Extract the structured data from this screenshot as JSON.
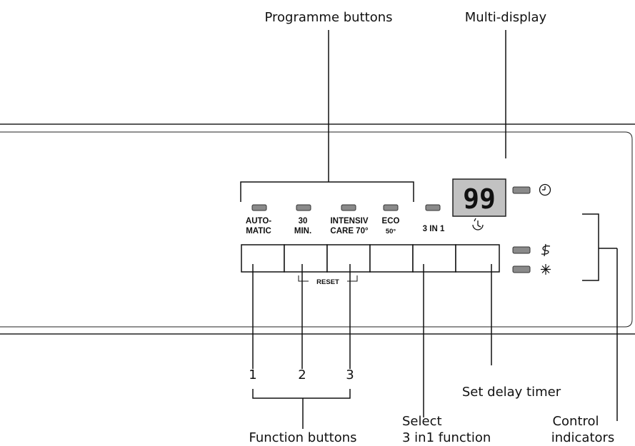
{
  "callouts": {
    "programme_buttons": "Programme buttons",
    "multi_display": "Multi-display",
    "set_delay_timer": "Set delay timer",
    "select_line1": "Select",
    "select_line2": "3 in1 function",
    "control_line1": "Control",
    "control_line2": "indicators",
    "function_buttons": "Function buttons"
  },
  "buttons": {
    "automatic_1": "AUTO-",
    "automatic_2": "MATIC",
    "min30_1": "30",
    "min30_2": "MIN.",
    "intensiv_1": "INTENSIV",
    "intensiv_2": "CARE 70°",
    "eco_1": "ECO",
    "eco_2": "50°",
    "three_in_one": "3 IN 1",
    "reset": "RESET"
  },
  "display": {
    "value": "99"
  },
  "numbers": {
    "n1": "1",
    "n2": "2",
    "n3": "3"
  },
  "icons": {
    "clock": "clock-icon",
    "delay": "delay-timer-icon",
    "rinse": "rinse-aid-icon",
    "salt": "salt-icon"
  }
}
